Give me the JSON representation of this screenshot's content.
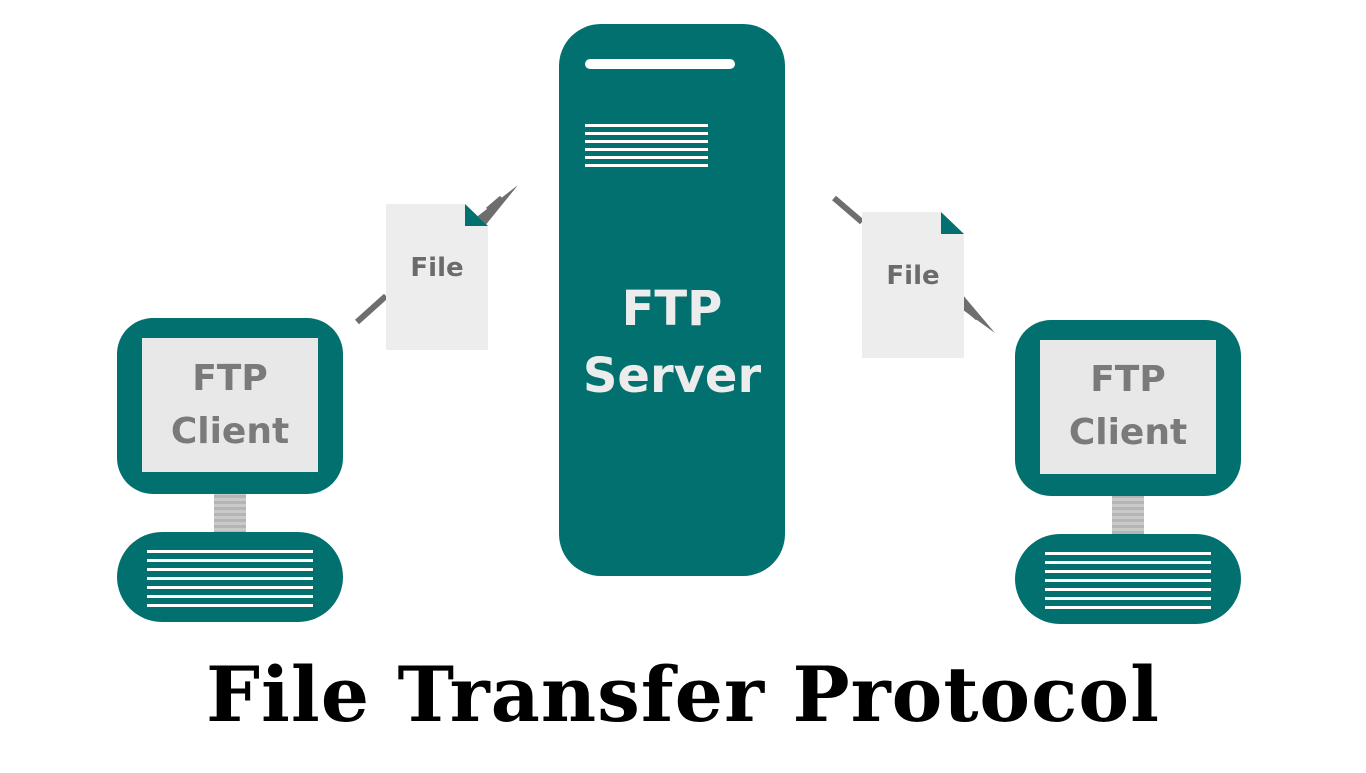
{
  "diagram": {
    "title": "File Transfer Protocol",
    "server": {
      "line1": "FTP",
      "line2": "Server"
    },
    "left_client": {
      "line1": "FTP",
      "line2": "Client"
    },
    "right_client": {
      "line1": "FTP",
      "line2": "Client"
    },
    "left_file_label": "File",
    "right_file_label": "File"
  },
  "colors": {
    "teal": "#02706f",
    "screen": "#e8e8e8",
    "file": "#ededed",
    "client_text": "#7a7a7a",
    "file_text": "#6b6b6b",
    "arrow": "#6e6e6e",
    "white": "#ffffff"
  }
}
